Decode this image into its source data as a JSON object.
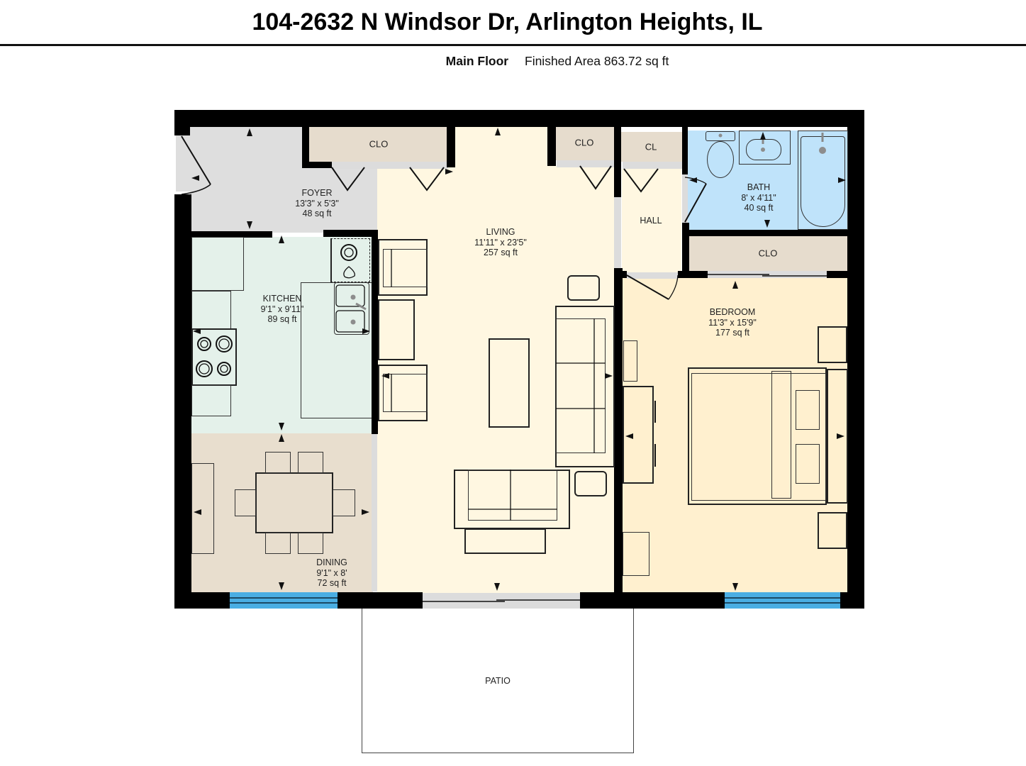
{
  "header": {
    "title": "104-2632 N Windsor Dr, Arlington Heights, IL",
    "floor_name": "Main Floor",
    "finished_area": "Finished Area 863.72 sq ft"
  },
  "colors": {
    "wall": "#000000",
    "foyer": "#dedede",
    "closet": "#e6dccd",
    "living": "#fff7e1",
    "kitchen": "#e4f1ea",
    "dining": "#e8dece",
    "bath": "#bfe3fa",
    "bedroom": "#fff0cf",
    "hall": "#fff7e1",
    "window": "#4aaee3"
  },
  "rooms": {
    "foyer": {
      "name": "FOYER",
      "dimensions": "13'3\" x 5'3\"",
      "area": "48 sq ft"
    },
    "living": {
      "name": "LIVING",
      "dimensions": "11'11\" x 23'5\"",
      "area": "257 sq ft"
    },
    "kitchen": {
      "name": "KITCHEN",
      "dimensions": "9'1\" x 9'11\"",
      "area": "89 sq ft"
    },
    "dining": {
      "name": "DINING",
      "dimensions": "9'1\" x 8'",
      "area": "72 sq ft"
    },
    "bath": {
      "name": "BATH",
      "dimensions": "8' x 4'11\"",
      "area": "40 sq ft"
    },
    "bedroom": {
      "name": "BEDROOM",
      "dimensions": "11'3\" x 15'9\"",
      "area": "177 sq ft"
    },
    "hall": {
      "name": "HALL"
    },
    "patio": {
      "name": "PATIO"
    }
  },
  "closets": [
    {
      "id": "foyer-closet",
      "label": "CLO"
    },
    {
      "id": "living-closet",
      "label": "CLO"
    },
    {
      "id": "hall-closet",
      "label": "CL"
    },
    {
      "id": "bedroom-closet",
      "label": "CLO"
    }
  ]
}
